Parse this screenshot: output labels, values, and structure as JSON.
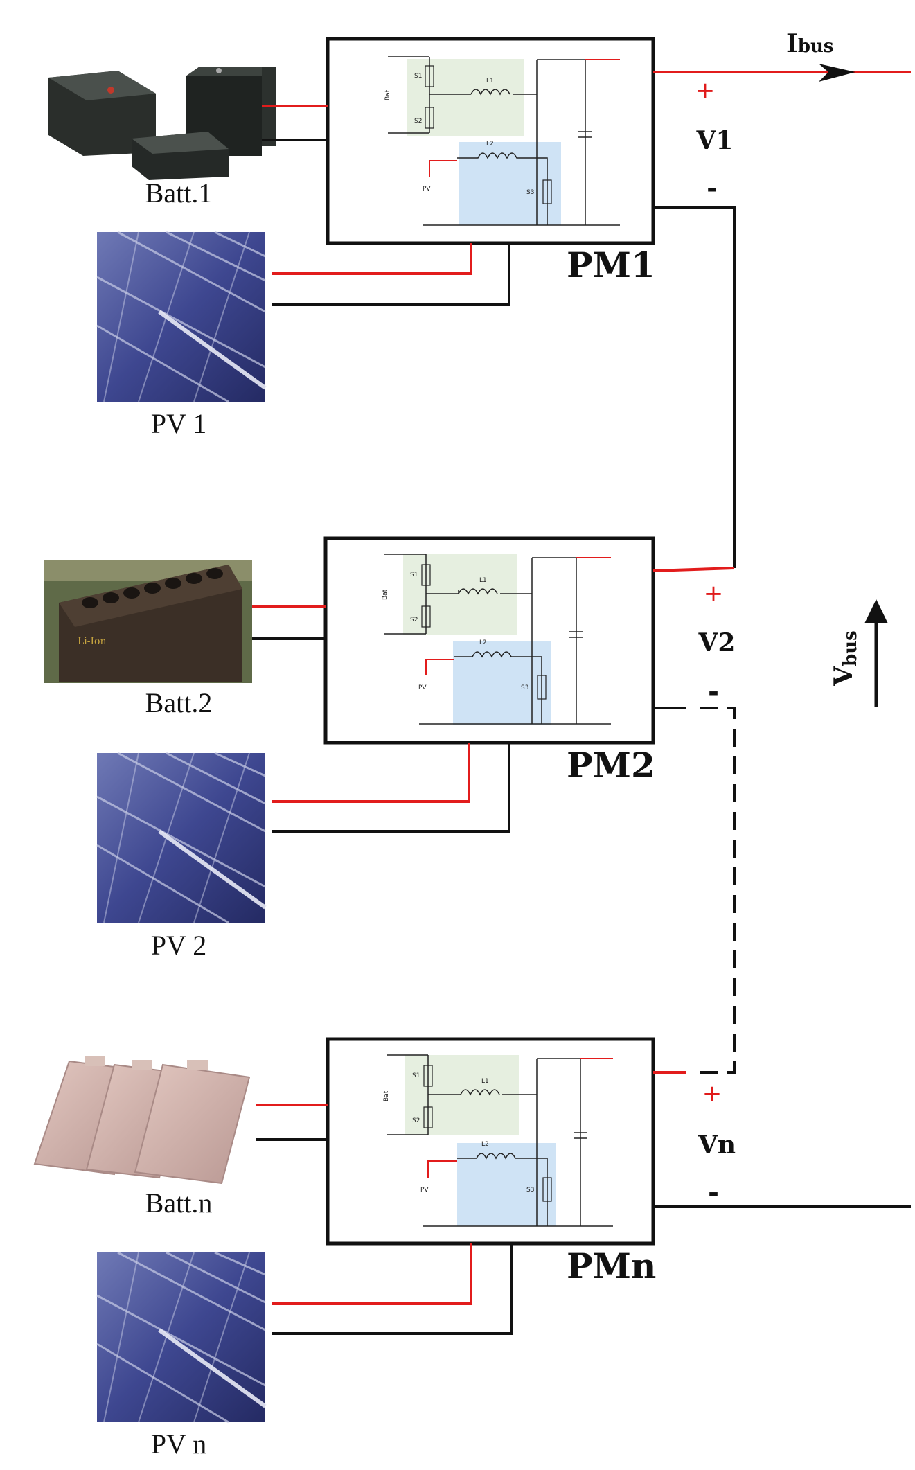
{
  "modules": [
    {
      "pm_label": "PM1",
      "batt_label": "Batt.1",
      "pv_label": "PV 1",
      "v_label": "V1"
    },
    {
      "pm_label": "PM2",
      "batt_label": "Batt.2",
      "pv_label": "PV 2",
      "v_label": "V2"
    },
    {
      "pm_label": "PMn",
      "batt_label": "Batt.n",
      "pv_label": "PV n",
      "v_label": "Vn"
    }
  ],
  "bus": {
    "current_label": "Ibus",
    "voltage_label": "Vbus",
    "plus": "+",
    "minus": "-"
  },
  "circuit": {
    "s1": "S1",
    "s2": "S2",
    "s3": "S3",
    "l1": "L1",
    "l2": "L2",
    "batt": "Bat",
    "pv": "PV"
  },
  "colors": {
    "positive_wire": "#e21c1c",
    "negative_wire": "#111111",
    "battery_section": "#e6efe0",
    "pv_section": "#cfe3f5"
  }
}
